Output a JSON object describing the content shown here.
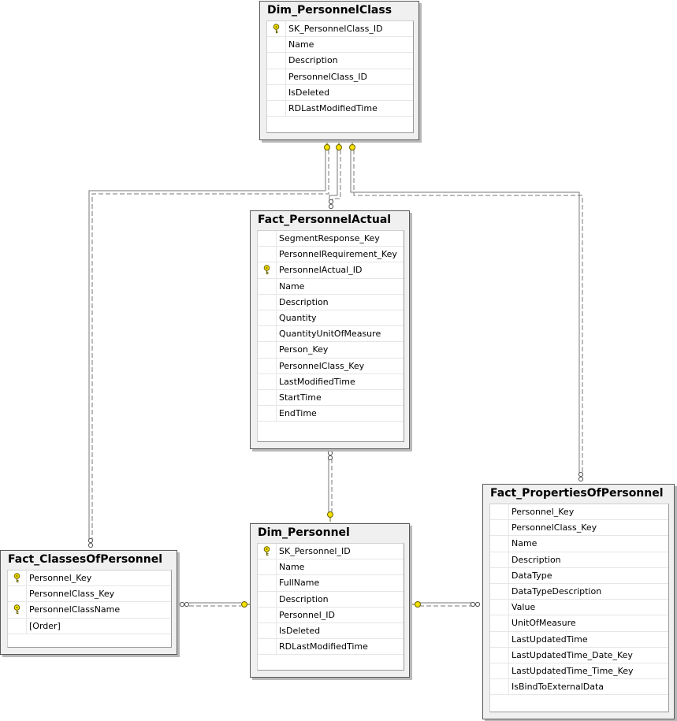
{
  "tables": {
    "dim_personnelclass": {
      "title": "Dim_PersonnelClass",
      "columns": [
        {
          "name": "SK_PersonnelClass_ID",
          "key": true
        },
        {
          "name": "Name",
          "key": false
        },
        {
          "name": "Description",
          "key": false
        },
        {
          "name": "PersonnelClass_ID",
          "key": false
        },
        {
          "name": "IsDeleted",
          "key": false
        },
        {
          "name": "RDLastModifiedTime",
          "key": false
        }
      ]
    },
    "fact_personnelactual": {
      "title": "Fact_PersonnelActual",
      "columns": [
        {
          "name": "SegmentResponse_Key",
          "key": false
        },
        {
          "name": "PersonnelRequirement_Key",
          "key": false
        },
        {
          "name": "PersonnelActual_ID",
          "key": true
        },
        {
          "name": "Name",
          "key": false
        },
        {
          "name": "Description",
          "key": false
        },
        {
          "name": "Quantity",
          "key": false
        },
        {
          "name": "QuantityUnitOfMeasure",
          "key": false
        },
        {
          "name": "Person_Key",
          "key": false
        },
        {
          "name": "PersonnelClass_Key",
          "key": false
        },
        {
          "name": "LastModifiedTime",
          "key": false
        },
        {
          "name": "StartTime",
          "key": false
        },
        {
          "name": "EndTime",
          "key": false
        }
      ]
    },
    "dim_personnel": {
      "title": "Dim_Personnel",
      "columns": [
        {
          "name": "SK_Personnel_ID",
          "key": true
        },
        {
          "name": "Name",
          "key": false
        },
        {
          "name": "FullName",
          "key": false
        },
        {
          "name": "Description",
          "key": false
        },
        {
          "name": "Personnel_ID",
          "key": false
        },
        {
          "name": "IsDeleted",
          "key": false
        },
        {
          "name": "RDLastModifiedTime",
          "key": false
        }
      ]
    },
    "fact_classesofpersonnel": {
      "title": "Fact_ClassesOfPersonnel",
      "columns": [
        {
          "name": "Personnel_Key",
          "key": true
        },
        {
          "name": "PersonnelClass_Key",
          "key": false
        },
        {
          "name": "PersonnelClassName",
          "key": true
        },
        {
          "name": "[Order]",
          "key": false
        }
      ]
    },
    "fact_propertiesofpersonnel": {
      "title": "Fact_PropertiesOfPersonnel",
      "columns": [
        {
          "name": "Personnel_Key",
          "key": false
        },
        {
          "name": "PersonnelClass_Key",
          "key": false
        },
        {
          "name": "Name",
          "key": false
        },
        {
          "name": "Description",
          "key": false
        },
        {
          "name": "DataType",
          "key": false
        },
        {
          "name": "DataTypeDescription",
          "key": false
        },
        {
          "name": "Value",
          "key": false
        },
        {
          "name": "UnitOfMeasure",
          "key": false
        },
        {
          "name": "LastUpdatedTime",
          "key": false
        },
        {
          "name": "LastUpdatedTime_Date_Key",
          "key": false
        },
        {
          "name": "LastUpdatedTime_Time_Key",
          "key": false
        },
        {
          "name": "IsBindToExternalData",
          "key": false
        }
      ]
    }
  },
  "colors": {
    "key_icon": "#f4e000",
    "relationship_line": "#777777",
    "title_bar": "#f0f0f0"
  }
}
